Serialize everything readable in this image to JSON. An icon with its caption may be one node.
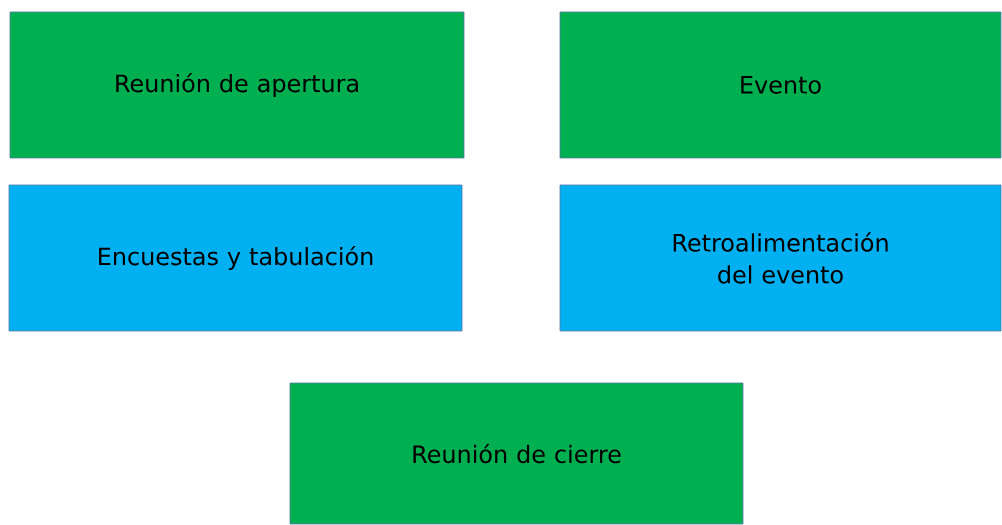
{
  "diagram": {
    "nodes": [
      {
        "text": [
          "Reunión de apertura"
        ]
      },
      {
        "text": [
          "Evento"
        ]
      },
      {
        "text": [
          "Encuestas y tabulación"
        ]
      },
      {
        "text": [
          "Retroalimentación del evento"
        ]
      },
      {
        "text": [
          "Reunión de cierre"
        ]
      }
    ]
  }
}
